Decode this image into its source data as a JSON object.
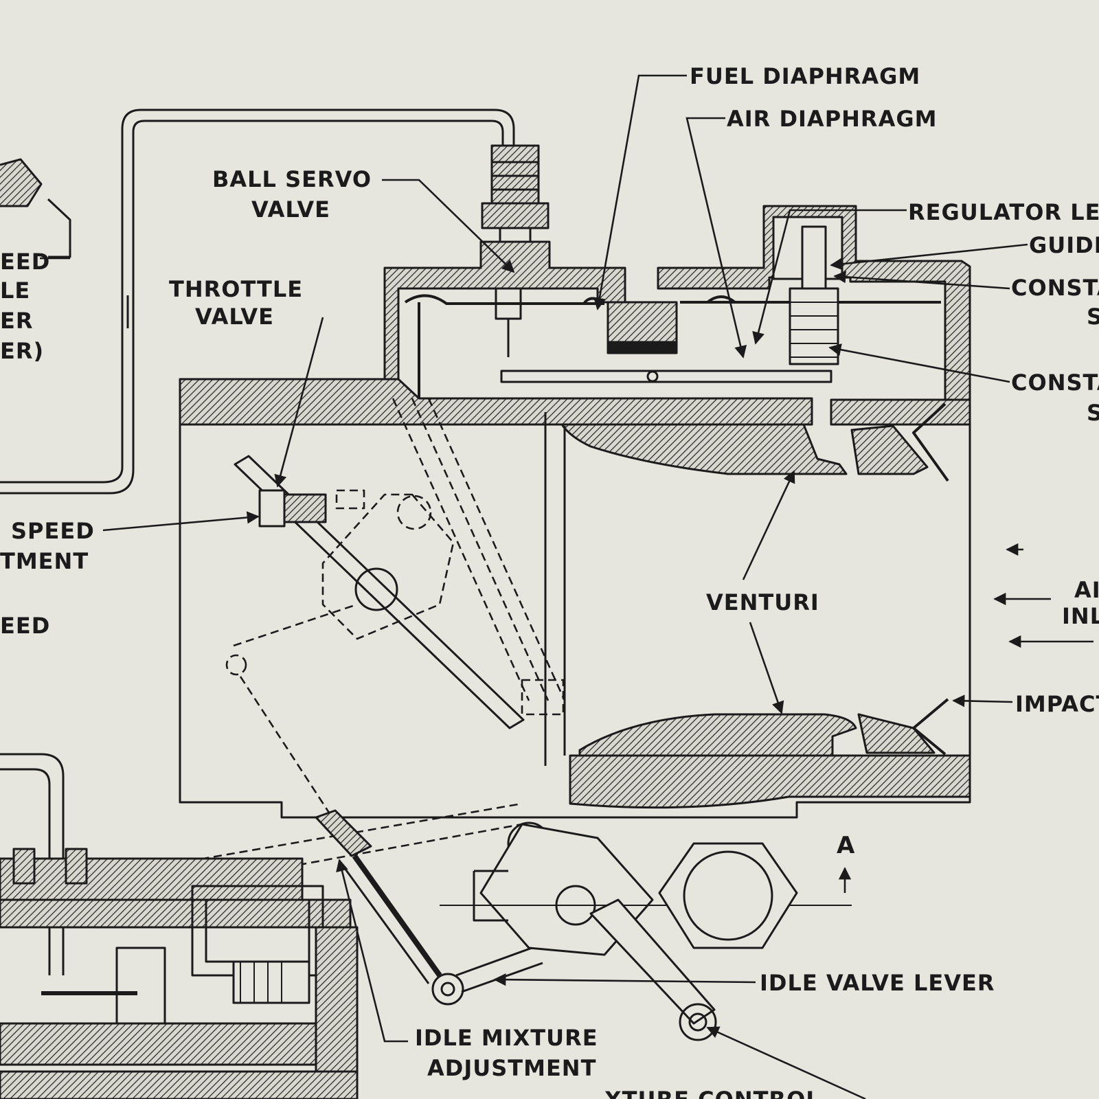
{
  "labels": {
    "fuel_diaphragm": "FUEL  DIAPHRAGM",
    "air_diaphragm": "AIR  DIAPHRAGM",
    "regulator_lever": "REGULATOR  LE",
    "guide": "GUIDE",
    "constant_1_line1": "CONSTA",
    "constant_1_line2": "S",
    "constant_2_line1": "CONSTA",
    "constant_2_line2": "S",
    "ball_servo_valve_line1": "BALL  SERVO",
    "ball_servo_valve_line2": "VALVE",
    "throttle_valve_line1": "THROTTLE",
    "throttle_valve_line2": "VALVE",
    "left_partial_1": "EED",
    "left_partial_2": "LE",
    "left_partial_3": "ER",
    "left_partial_4": "ER)",
    "speed_adjustment_line1": "SPEED",
    "speed_adjustment_line2": "TMENT",
    "left_partial_5": "EED",
    "venturi": "VENTURI",
    "air_inlet_line1": "AI",
    "air_inlet_line2": "INL",
    "impact": "IMPACT",
    "idle_valve_lever": "IDLE  VALVE  LEVER",
    "idle_mixture_line1": "IDLE  MIXTURE",
    "idle_mixture_line2": "ADJUSTMENT",
    "section_mark": "A",
    "bottom_partial": "XTURE  CONTROL"
  }
}
